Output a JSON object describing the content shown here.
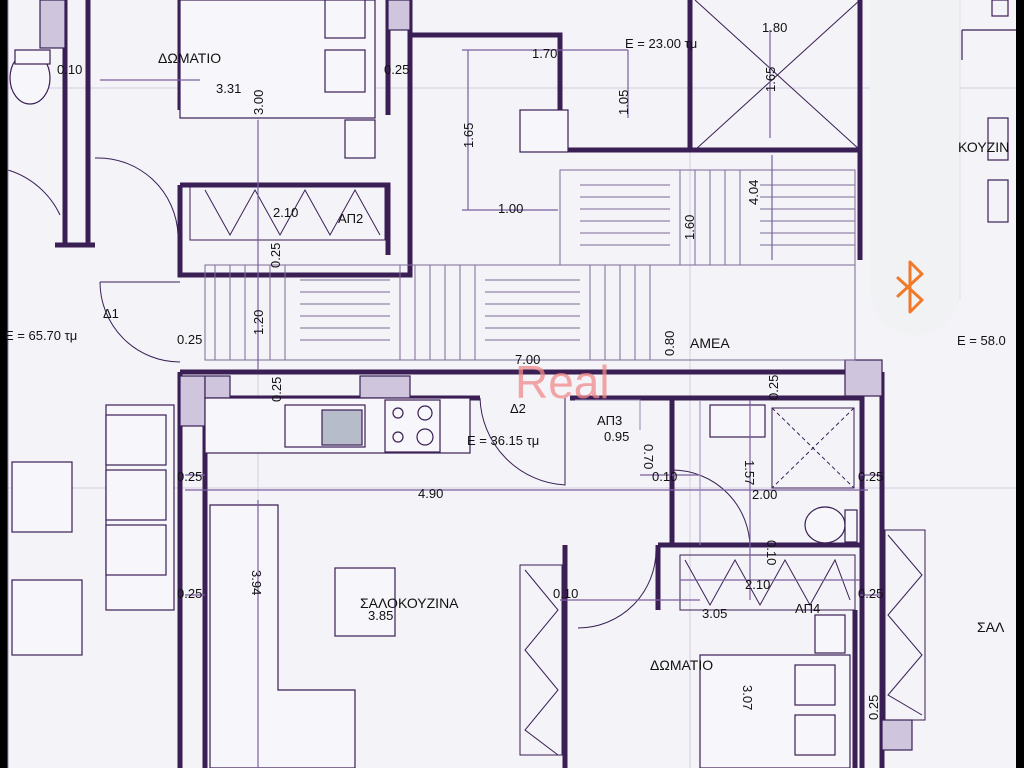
{
  "rooms": {
    "domatio_top": "ΔΩΜΑΤΙΟ",
    "domatio_bottom": "ΔΩΜΑΤΙΟ",
    "saloukouzina": "ΣΑΛΟΚΟΥΖΙΝΑ",
    "kouzina_right": "ΚΟΥΖΙΝ",
    "salo_right": "ΣΑΛ",
    "amea": "ΑΜΕΑ",
    "ap2": "ΑΠ2",
    "ap3": "ΑΠ3",
    "ap4": "ΑΠ4",
    "d1": "Δ1",
    "d2": "Δ2"
  },
  "areas": {
    "left": "E = 65.70 τμ",
    "center": "E = 36.15 τμ",
    "top": "E = 23.00 τμ",
    "right": "E = 58.0"
  },
  "dimensions": {
    "d_010_tl": "0.10",
    "d_331": "3.31",
    "d_300": "3.00",
    "d_025_a": "0.25",
    "d_170": "1.70",
    "d_165_a": "1.65",
    "d_105": "1.05",
    "d_180": "1.80",
    "d_165_b": "1.65",
    "d_100": "1.00",
    "d_404": "4.04",
    "d_160": "1.60",
    "d_210_a": "2.10",
    "d_025_b": "0.25",
    "d_120": "1.20",
    "d_025_c": "0.25",
    "d_080": "0.80",
    "d_700": "7.00",
    "d_025_d": "0.25",
    "d_025_e": "0.25",
    "d_070": "0.70",
    "d_095": "0.95",
    "d_157": "1.57",
    "d_010_b": "0.10",
    "d_200": "2.00",
    "d_025_f": "0.25",
    "d_025_g": "0.25",
    "d_490": "4.90",
    "d_010_c": "0.10",
    "d_210_b": "2.10",
    "d_025_h": "0.25",
    "d_394": "3.94",
    "d_385": "3.85",
    "d_010_d": "0.10",
    "d_305": "3.05",
    "d_025_i": "0.25",
    "d_307": "3.07",
    "d_025_j": "0.25"
  },
  "watermark": "Real",
  "icons": {
    "bluetooth": "bluetooth-icon"
  },
  "colors": {
    "wall": "#3a1f55",
    "line": "#9a86b4",
    "paper": "#f4f3f8",
    "overlay": "#f1f2f4",
    "bluetooth": "#f07a2a"
  }
}
